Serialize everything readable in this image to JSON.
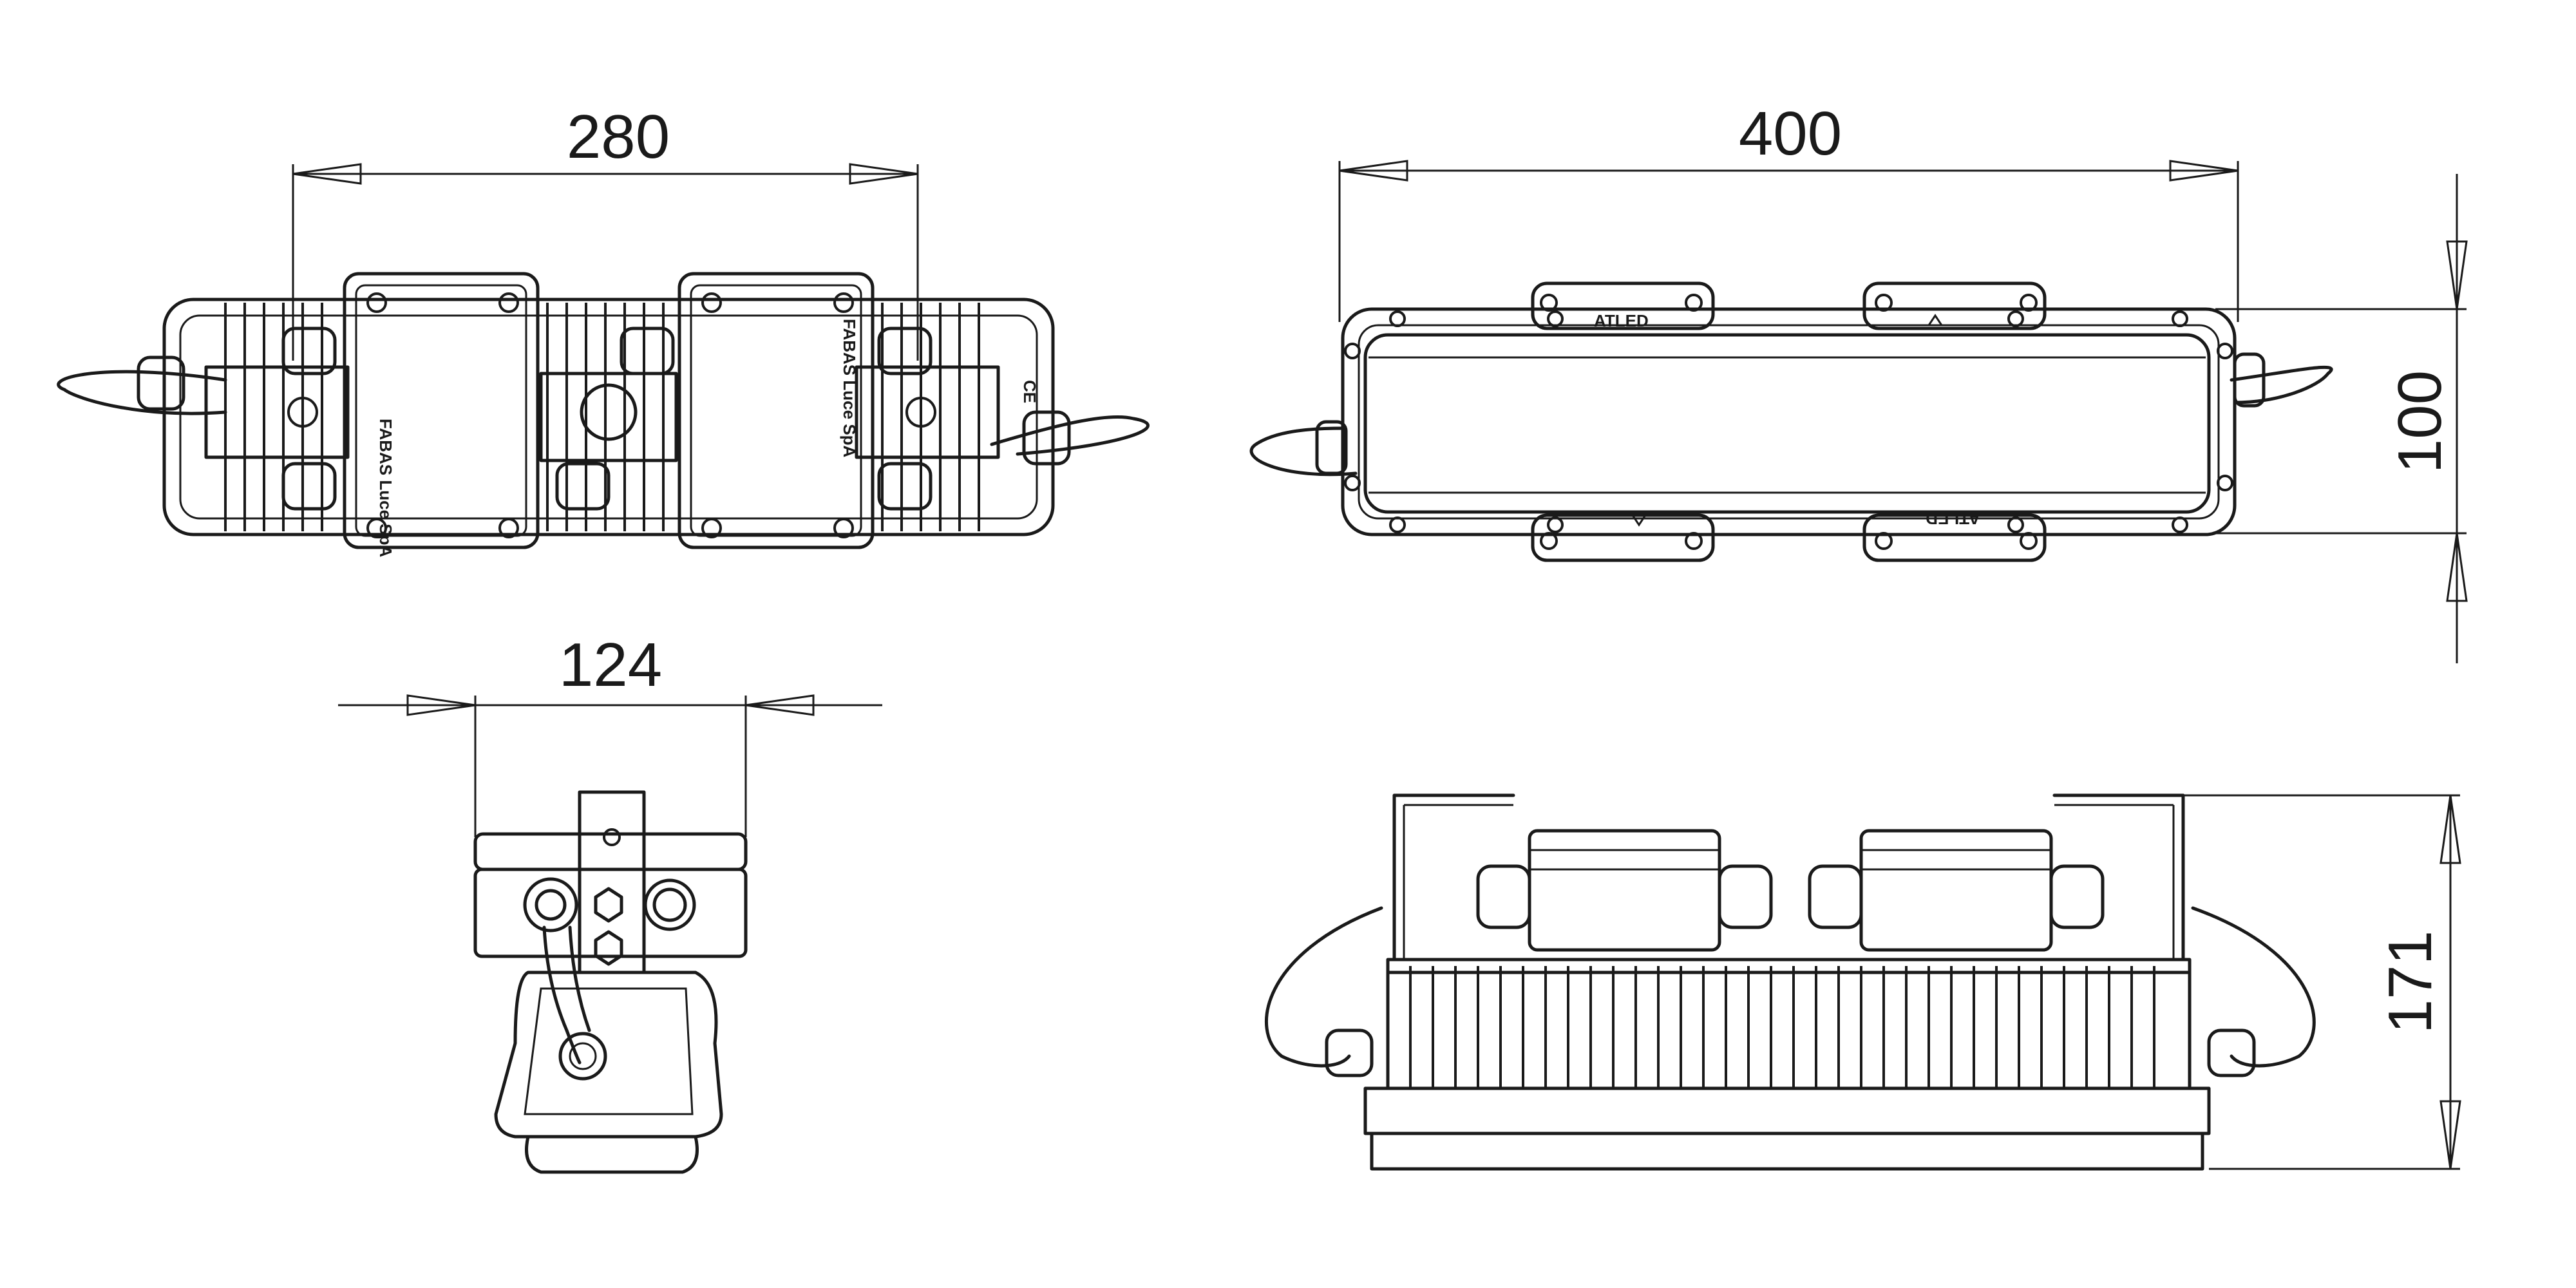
{
  "dimensions": {
    "top_view_width": "280",
    "front_view_width": "400",
    "front_view_height": "100",
    "side_view_width": "124",
    "bottom_view_height": "171"
  },
  "markings": {
    "brand_logo": "ATLED",
    "manufacturer_label": "FABAS Luce SpA",
    "ce_mark": "CE"
  }
}
